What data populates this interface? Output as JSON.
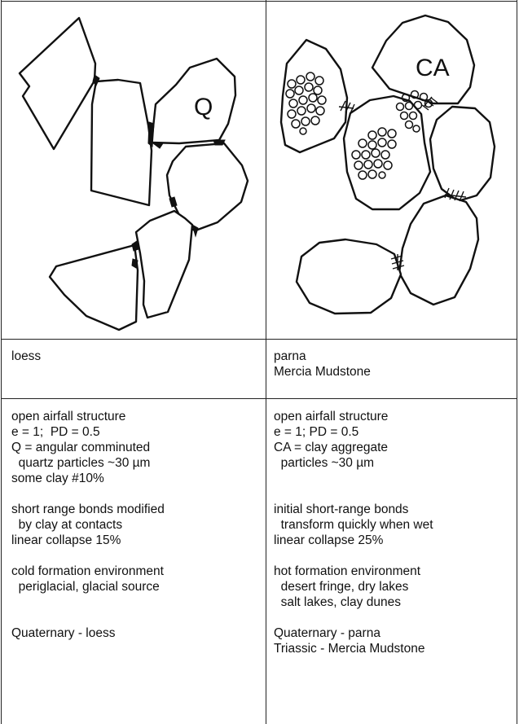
{
  "panels": {
    "left": {
      "label": "Q",
      "name_lines": [
        "loess"
      ],
      "description": [
        {
          "lines": [
            "open airfall structure",
            "e = 1;  PD = 0.5",
            "Q = angular comminuted",
            "  quartz particles ~30 µm",
            "some clay #10%"
          ]
        },
        {
          "lines": [
            "short range bonds modified",
            "  by clay at contacts",
            "linear collapse 15%"
          ]
        },
        {
          "lines": [
            "cold formation environment",
            "  periglacial, glacial source"
          ]
        },
        {
          "lines": [
            "Quaternary - loess"
          ]
        }
      ]
    },
    "right": {
      "label": "CA",
      "name_lines": [
        "parna",
        "Mercia Mudstone"
      ],
      "description": [
        {
          "lines": [
            "open airfall structure",
            "e = 1; PD = 0.5",
            "CA = clay aggregate",
            "  particles ~30 µm"
          ]
        },
        {
          "lines": [
            "initial short-range bonds",
            "  transform quickly when wet",
            "linear collapse 25%"
          ]
        },
        {
          "lines": [
            "hot formation environment",
            "  desert fringe, dry lakes",
            "  salt lakes, clay dunes"
          ]
        },
        {
          "lines": [
            "Quaternary - parna",
            "Triassic - Mercia Mudstone"
          ]
        }
      ]
    }
  }
}
